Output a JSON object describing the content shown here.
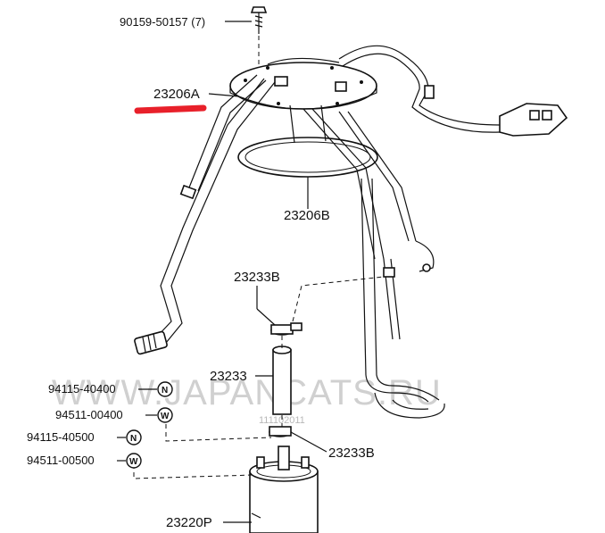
{
  "watermark": "WWW.JAPANCATS.RU",
  "code": "111102011",
  "parts": {
    "screw": "90159-50157 (7)",
    "plate_a": "23206A",
    "plate_b": "23206B",
    "clamp_top": "23233B",
    "hose": "23233",
    "clamp_bottom": "23233B",
    "pump": "23220P"
  },
  "fasteners": [
    {
      "code": "94115-40400",
      "marker": "N"
    },
    {
      "code": "94511-00400",
      "marker": "W"
    },
    {
      "code": "94115-40500",
      "marker": "N"
    },
    {
      "code": "94511-00500",
      "marker": "W"
    }
  ],
  "highlight_color": "#e8202a"
}
